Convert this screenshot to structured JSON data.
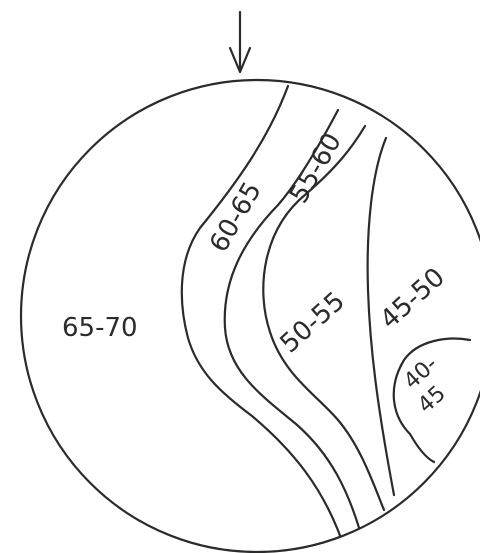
{
  "zones": [
    {
      "id": "z1",
      "label": "65-70"
    },
    {
      "id": "z2",
      "label": "60-65"
    },
    {
      "id": "z3",
      "label": "55-60"
    },
    {
      "id": "z4",
      "label": "50-55"
    },
    {
      "id": "z5",
      "label": "45-50"
    },
    {
      "id": "z6",
      "label_top": "40-",
      "label_bottom": "45"
    }
  ]
}
